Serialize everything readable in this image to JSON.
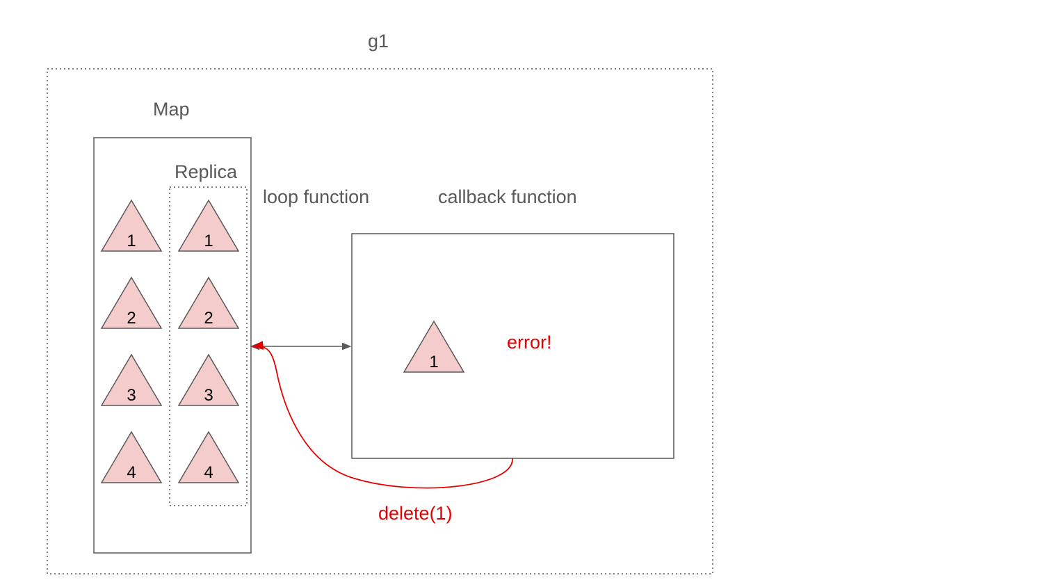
{
  "labels": {
    "g1": "g1",
    "map": "Map",
    "replica": "Replica",
    "loop_function": "loop function",
    "callback_function": "callback function",
    "error": "error!",
    "delete_call": "delete(1)"
  },
  "map_items": [
    "1",
    "2",
    "3",
    "4"
  ],
  "replica_items": [
    "1",
    "2",
    "3",
    "4"
  ],
  "callback_item": "1",
  "colors": {
    "triangle_fill": "#f4cccc",
    "stroke": "#595959",
    "error": "#e60000"
  }
}
